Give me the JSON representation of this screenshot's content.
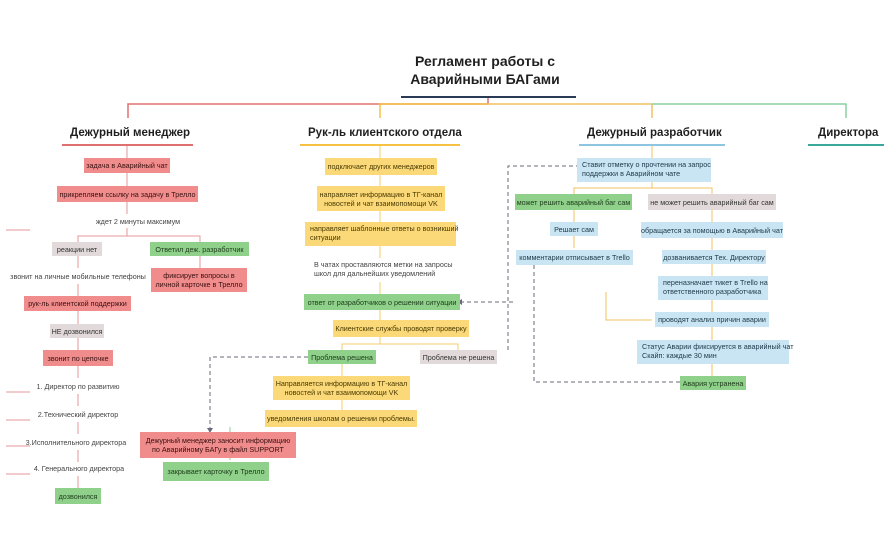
{
  "title": {
    "line1": "Регламент работы с",
    "line2": "Аварийными БАГами"
  },
  "branches": {
    "manager": "Дежурный менеджер",
    "support": "Рук-ль клиентского отдела",
    "developer": "Дежурный разработчик",
    "director": "Директора"
  },
  "manager": {
    "task": "задача в Аварийный чат",
    "link": "прикрепляем ссылку на задачу в Трелло",
    "wait": "ждет 2 минуты максимум",
    "no_reaction": "реакции нет",
    "answered": "Ответил деж. разработчик",
    "call_phones": "звонит на личные мобильные телефоны",
    "fix_questions_1": "фиксирует вопросы в",
    "fix_questions_2": "личной карточке в Трелло",
    "support_head": "рук-ль клиентской поддержки",
    "not_reached": "НЕ дозвонился",
    "chain": "звонит по цепочке",
    "dir1": "1. Директор по развитию",
    "dir2": "2.Технический директор",
    "dir3": "3.Исполнительного директора",
    "dir4": "4. Генерального директора",
    "reached": "дозвонился"
  },
  "support": {
    "connect": "подключает других менеджеров",
    "send_info_1": "направляет информацию в ТГ-канал",
    "send_info_2": "новостей и чат взаимопомощи VK",
    "templates_1": "направляет шаблонные ответы о возникший",
    "templates_2": "ситуации",
    "marks_1": "В чатах проставляются метки на запросы",
    "marks_2": "школ для дальнейших уведомлений",
    "dev_answer": "ответ от разработчиков о решении ситуации",
    "check": "Клиентские службы проводят проверку",
    "solved": "Проблема решена",
    "not_solved": "Проблема не решена",
    "send_after_1": "Направляется информацию  в ТГ-канал",
    "send_after_2": "новостей и чат взаимопомощи VK",
    "notify": "уведомления школам о решении проблемы.",
    "record_1": "Дежурный менеджер заносит информацию",
    "record_2": "по Аварийному БАГу в файл SUPPORT",
    "close_card": "закрывает карточку в Трелло"
  },
  "developer": {
    "mark_1": "Ставит отметку о прочтении на запрос",
    "mark_2": "поддержки в Аварийном чате",
    "can": "может решить аварийный баг сам",
    "cannot": "не может решить аварийный баг сам",
    "solve_self": "Решает сам",
    "ask_help": "обращается за помощью в Аварийный чат",
    "comment": "комментарии отписывает в Trello",
    "call_director": "дозванивается Тех. Директору",
    "reassign_1": "переназначает тикет в Trello на",
    "reassign_2": "ответственного разработчика",
    "analysis": "проводят анализ причин аварии",
    "status_1": "Статус Аварии фиксируется в аварийный чат",
    "status_2": "Скайп: каждые 30 мин",
    "resolved": "Авария устранена"
  },
  "colors": {
    "manager_branch": "#e07070",
    "support_branch": "#f5c242",
    "developer_branch": "#8ec5e0",
    "director_branch": "#3aa89a",
    "title_underline": "#2b3a55",
    "dashed_link": "#6a6a7a"
  }
}
